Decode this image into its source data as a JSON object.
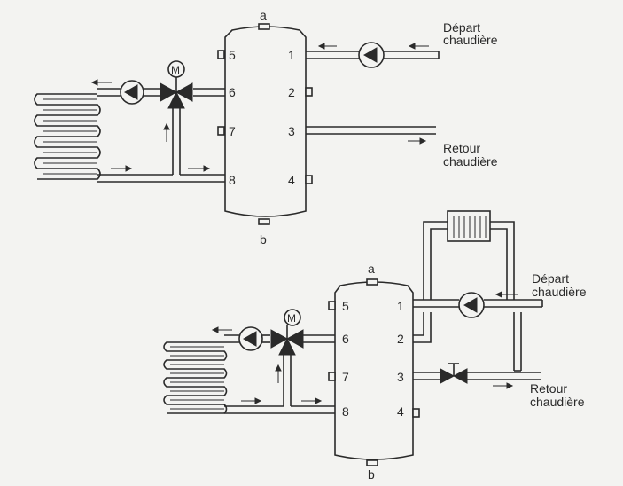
{
  "diagram1": {
    "top_label": "a",
    "bottom_label": "b",
    "ports_left": [
      "5",
      "6",
      "7",
      "8"
    ],
    "ports_right": [
      "1",
      "2",
      "3",
      "4"
    ],
    "motor_label": "M",
    "depart": [
      "Départ",
      "chaudière"
    ],
    "retour": [
      "Retour",
      "chaudière"
    ]
  },
  "diagram2": {
    "top_label": "a",
    "bottom_label": "b",
    "ports_left": [
      "5",
      "6",
      "7",
      "8"
    ],
    "ports_right": [
      "1",
      "2",
      "3",
      "4"
    ],
    "motor_label": "M",
    "depart": [
      "Départ",
      "chaudière"
    ],
    "retour": [
      "Retour",
      "chaudière"
    ]
  }
}
